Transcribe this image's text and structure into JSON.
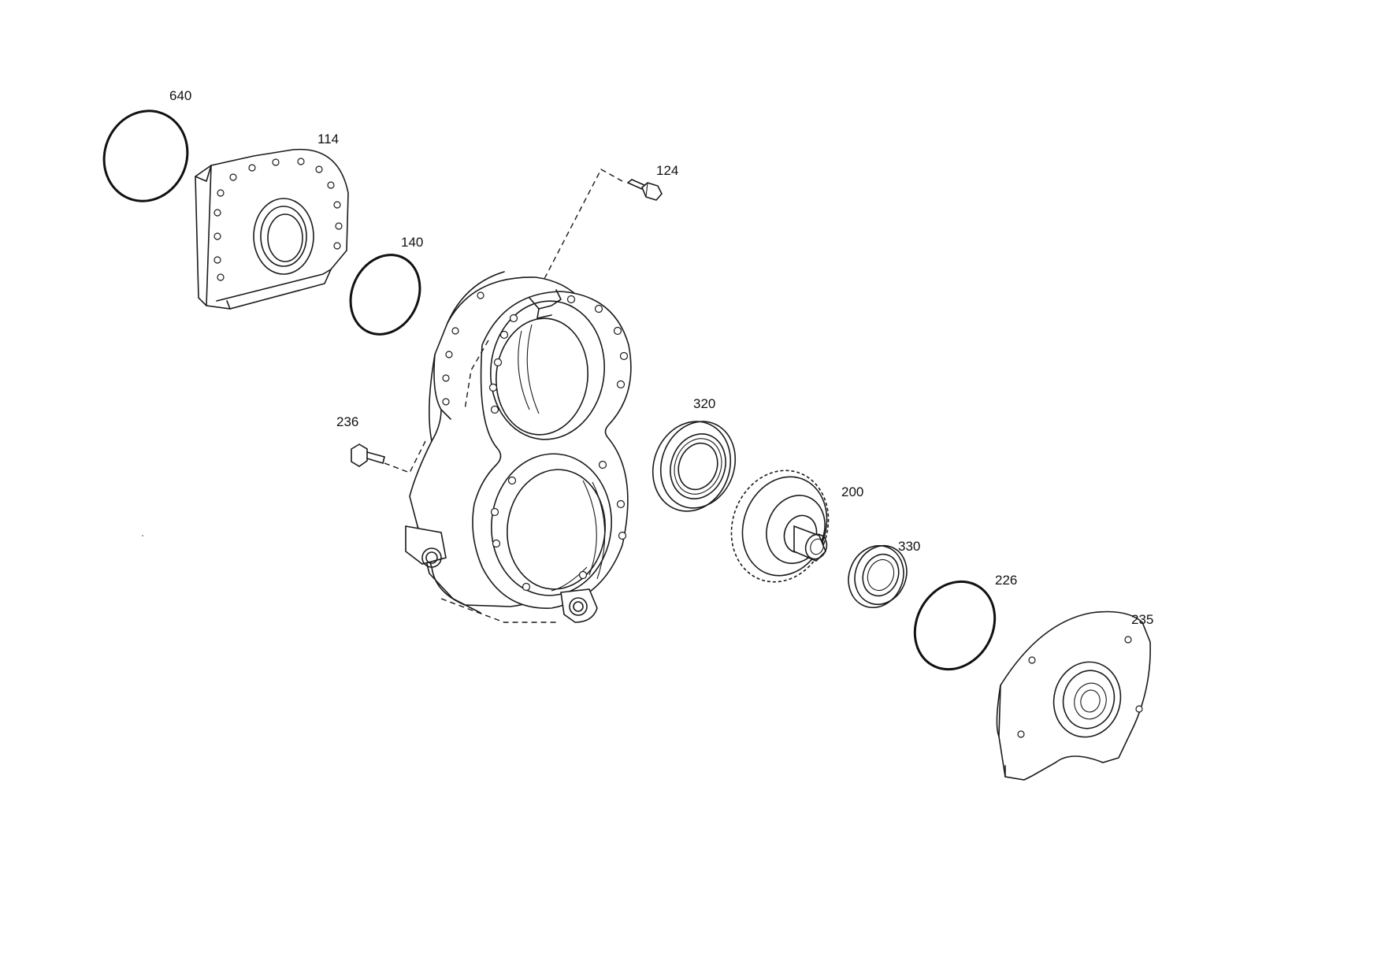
{
  "diagram": {
    "callouts": {
      "p640": "640",
      "p114": "114",
      "p124": "124",
      "p140": "140",
      "p236": "236",
      "p320": "320",
      "p200": "200",
      "p330": "330",
      "p226": "226",
      "p235": "235"
    }
  }
}
